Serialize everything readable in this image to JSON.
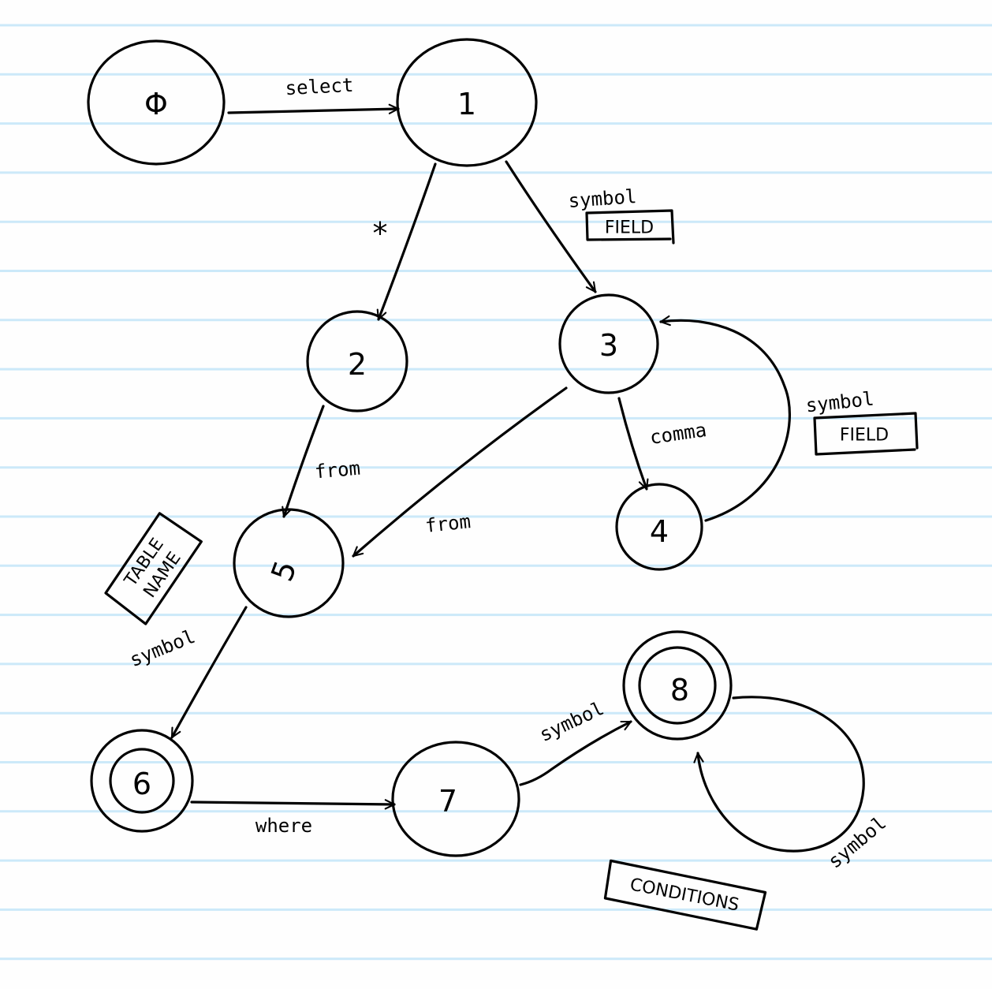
{
  "colors": {
    "ink": "#000000",
    "rule": "#cce9f9",
    "paper": "#fefefe"
  },
  "nodes": [
    {
      "id": "0",
      "label": "Φ",
      "accepting": false
    },
    {
      "id": "1",
      "label": "1",
      "accepting": false
    },
    {
      "id": "2",
      "label": "2",
      "accepting": false
    },
    {
      "id": "3",
      "label": "3",
      "accepting": false
    },
    {
      "id": "4",
      "label": "4",
      "accepting": false
    },
    {
      "id": "5",
      "label": "5",
      "accepting": false
    },
    {
      "id": "6",
      "label": "6",
      "accepting": true
    },
    {
      "id": "7",
      "label": "7",
      "accepting": false
    },
    {
      "id": "8",
      "label": "8",
      "accepting": true
    }
  ],
  "edges": [
    {
      "from": "0",
      "to": "1",
      "label": "select"
    },
    {
      "from": "1",
      "to": "2",
      "label": "*"
    },
    {
      "from": "1",
      "to": "3",
      "label": "symbol"
    },
    {
      "from": "2",
      "to": "5",
      "label": "from"
    },
    {
      "from": "3",
      "to": "5",
      "label": "from"
    },
    {
      "from": "3",
      "to": "4",
      "label": "comma"
    },
    {
      "from": "4",
      "to": "3",
      "label": "symbol"
    },
    {
      "from": "5",
      "to": "6",
      "label": "symbol"
    },
    {
      "from": "6",
      "to": "7",
      "label": "where"
    },
    {
      "from": "7",
      "to": "8",
      "label": "symbol"
    },
    {
      "from": "8",
      "to": "8",
      "label": "symbol"
    }
  ],
  "boxes": {
    "field_1": "FIELD",
    "field_2": "FIELD",
    "table_name_1": "TABLE",
    "table_name_2": "NAME",
    "conditions": "CONDITIONS"
  }
}
